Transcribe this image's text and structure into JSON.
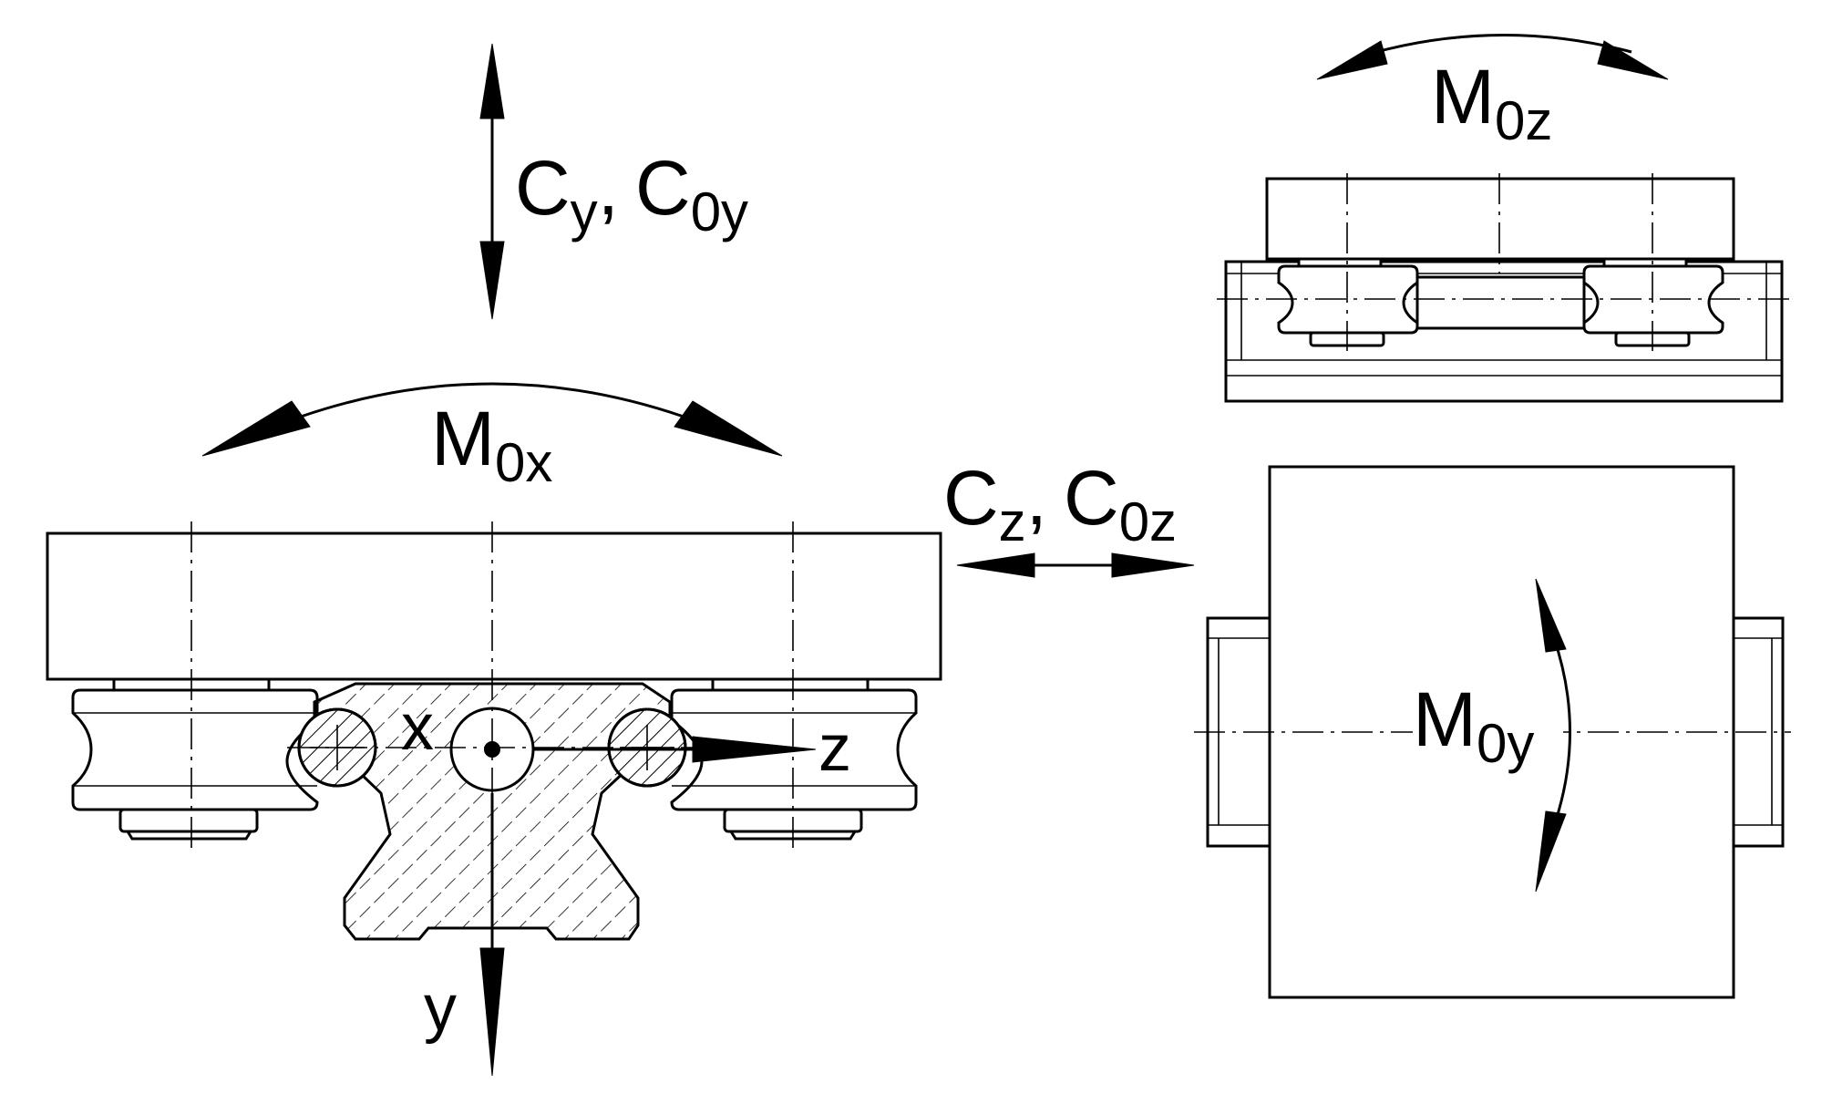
{
  "labels": {
    "force_y_main": "C",
    "force_y_main_sub": "y",
    "force_y_sep": ",",
    "force_y_static": "C",
    "force_y_static_sub": "0y",
    "force_z_main": "C",
    "force_z_main_sub": "z",
    "force_z_sep": ",",
    "force_z_static": "C",
    "force_z_static_sub": "0z",
    "moment_x": "M",
    "moment_x_sub": "0x",
    "moment_y": "M",
    "moment_y_sub": "0y",
    "moment_z": "M",
    "moment_z_sub": "0z",
    "axis_x": "x",
    "axis_y": "y",
    "axis_z": "z"
  },
  "colors": {
    "line": "#000000",
    "background": "#ffffff"
  }
}
